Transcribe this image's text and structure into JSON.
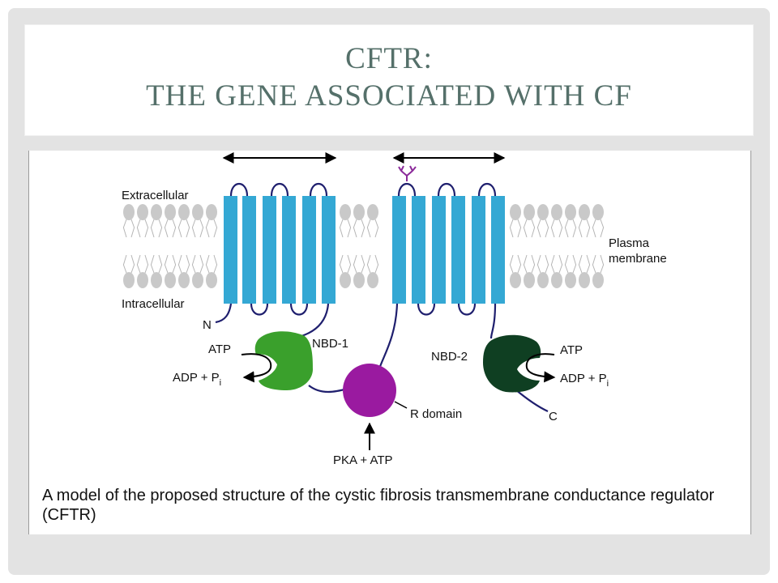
{
  "slide": {
    "title_line1": "CFTR:",
    "title_line2": "The gene associated with CF"
  },
  "figure": {
    "labels": {
      "extracellular": "Extracellular",
      "intracellular": "Intracellular",
      "plasma_membrane_1": "Plasma",
      "plasma_membrane_2": "membrane",
      "n_terminus": "N",
      "c_terminus": "C",
      "nbd1": "NBD-1",
      "nbd2": "NBD-2",
      "atp_left": "ATP",
      "adp_left": "ADP + P",
      "adp_left_sub": "i",
      "atp_right": "ATP",
      "adp_right": "ADP + P",
      "adp_right_sub": "i",
      "r_domain": "R domain",
      "pka_atp": "PKA + ATP"
    },
    "caption": "A model of the proposed structure of the cystic fibrosis transmembrane conductance regulator (CFTR)",
    "colors": {
      "helix": "#34a8d4",
      "loop": "#1f1f6e",
      "lipid": "#c9c9c9",
      "nbd1": "#3aa02c",
      "nbd2": "#0f3f22",
      "r_domain": "#9a1aa0",
      "glycosylation": "#8b2a9a"
    }
  }
}
